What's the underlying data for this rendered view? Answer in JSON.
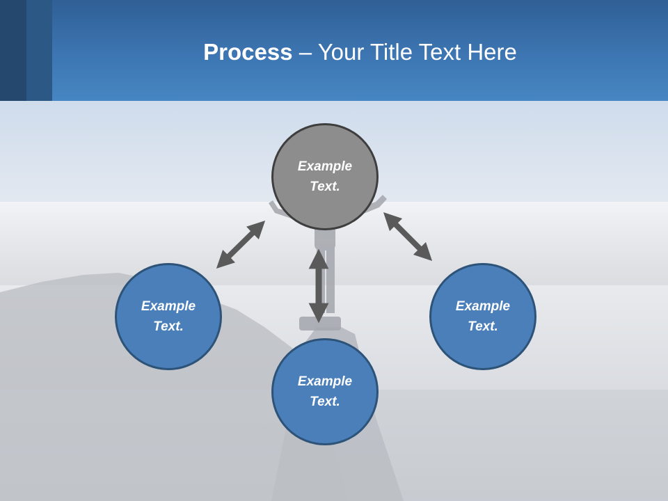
{
  "slide": {
    "title_bold": "Process",
    "title_rest": " – Your Title Text Here"
  },
  "diagram": {
    "center_node": "Example Text.",
    "left_node": "Example Text.",
    "bottom_node": "Example Text.",
    "right_node": "Example Text."
  },
  "colors": {
    "banner": "#3d76b2",
    "node_blue": "#4a7fba",
    "node_grey": "#8d8d8d",
    "arrow": "#5a5a5a"
  }
}
